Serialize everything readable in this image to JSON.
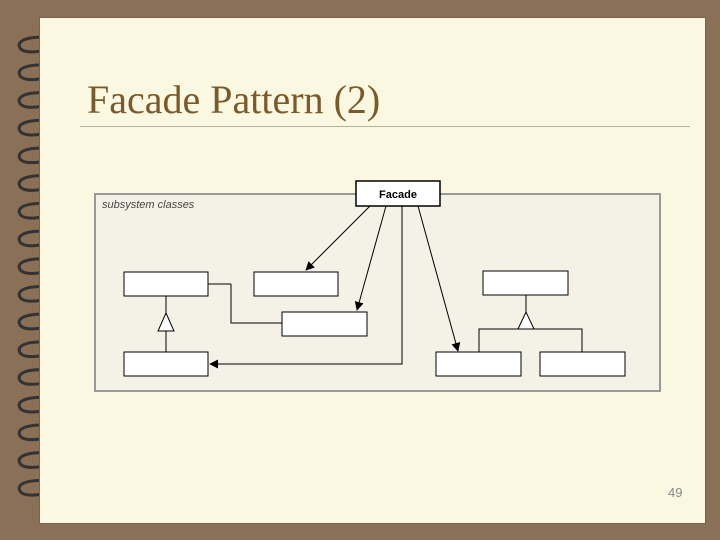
{
  "slide": {
    "title": "Facade Pattern (2)",
    "page_number": "49"
  },
  "diagram": {
    "subsystem_label": "subsystem classes",
    "facade_label": "Facade"
  },
  "colors": {
    "page_background": "#fbf8e2",
    "outer_background": "#8b7058",
    "title_color": "#7a5a2a",
    "binding_ring": "#333333"
  }
}
